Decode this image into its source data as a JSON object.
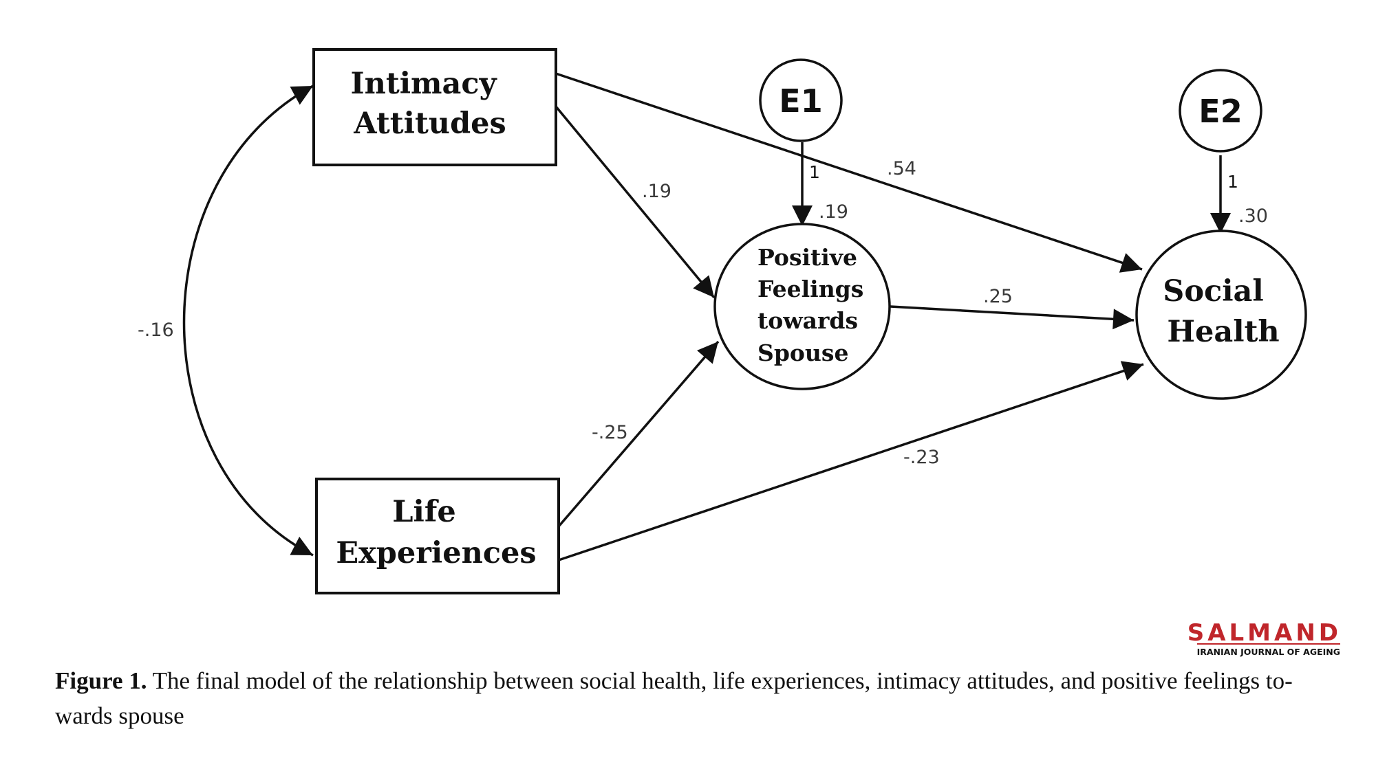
{
  "nodes": {
    "intimacy": {
      "lines": [
        "Intimacy",
        "Attitudes"
      ]
    },
    "life": {
      "lines": [
        "Life",
        "Experiences"
      ]
    },
    "positive": {
      "lines": [
        "Positive",
        "Feelings",
        "towards",
        "Spouse"
      ]
    },
    "social": {
      "lines": [
        "Social",
        "Health"
      ]
    },
    "e1": {
      "label": "E1"
    },
    "e2": {
      "label": "E2"
    }
  },
  "paths": {
    "intimacy_life_cov": "-.16",
    "intimacy_to_positive": ".19",
    "intimacy_to_social": ".54",
    "life_to_positive": "-.25",
    "life_to_social": "-.23",
    "positive_to_social": ".25",
    "e1_to_positive": "1",
    "e2_to_social": "1",
    "positive_r2": ".19",
    "social_r2": ".30"
  },
  "branding": {
    "journal": "SALMAND",
    "subtitle": "IRANIAN JOURNAL OF AGEING",
    "color": "#c0262b"
  },
  "caption": {
    "label": "Figure 1.",
    "text": " The final model of the relationship between social health, life experiences, intimacy attitudes, and positive feelings to-wards spouse"
  }
}
